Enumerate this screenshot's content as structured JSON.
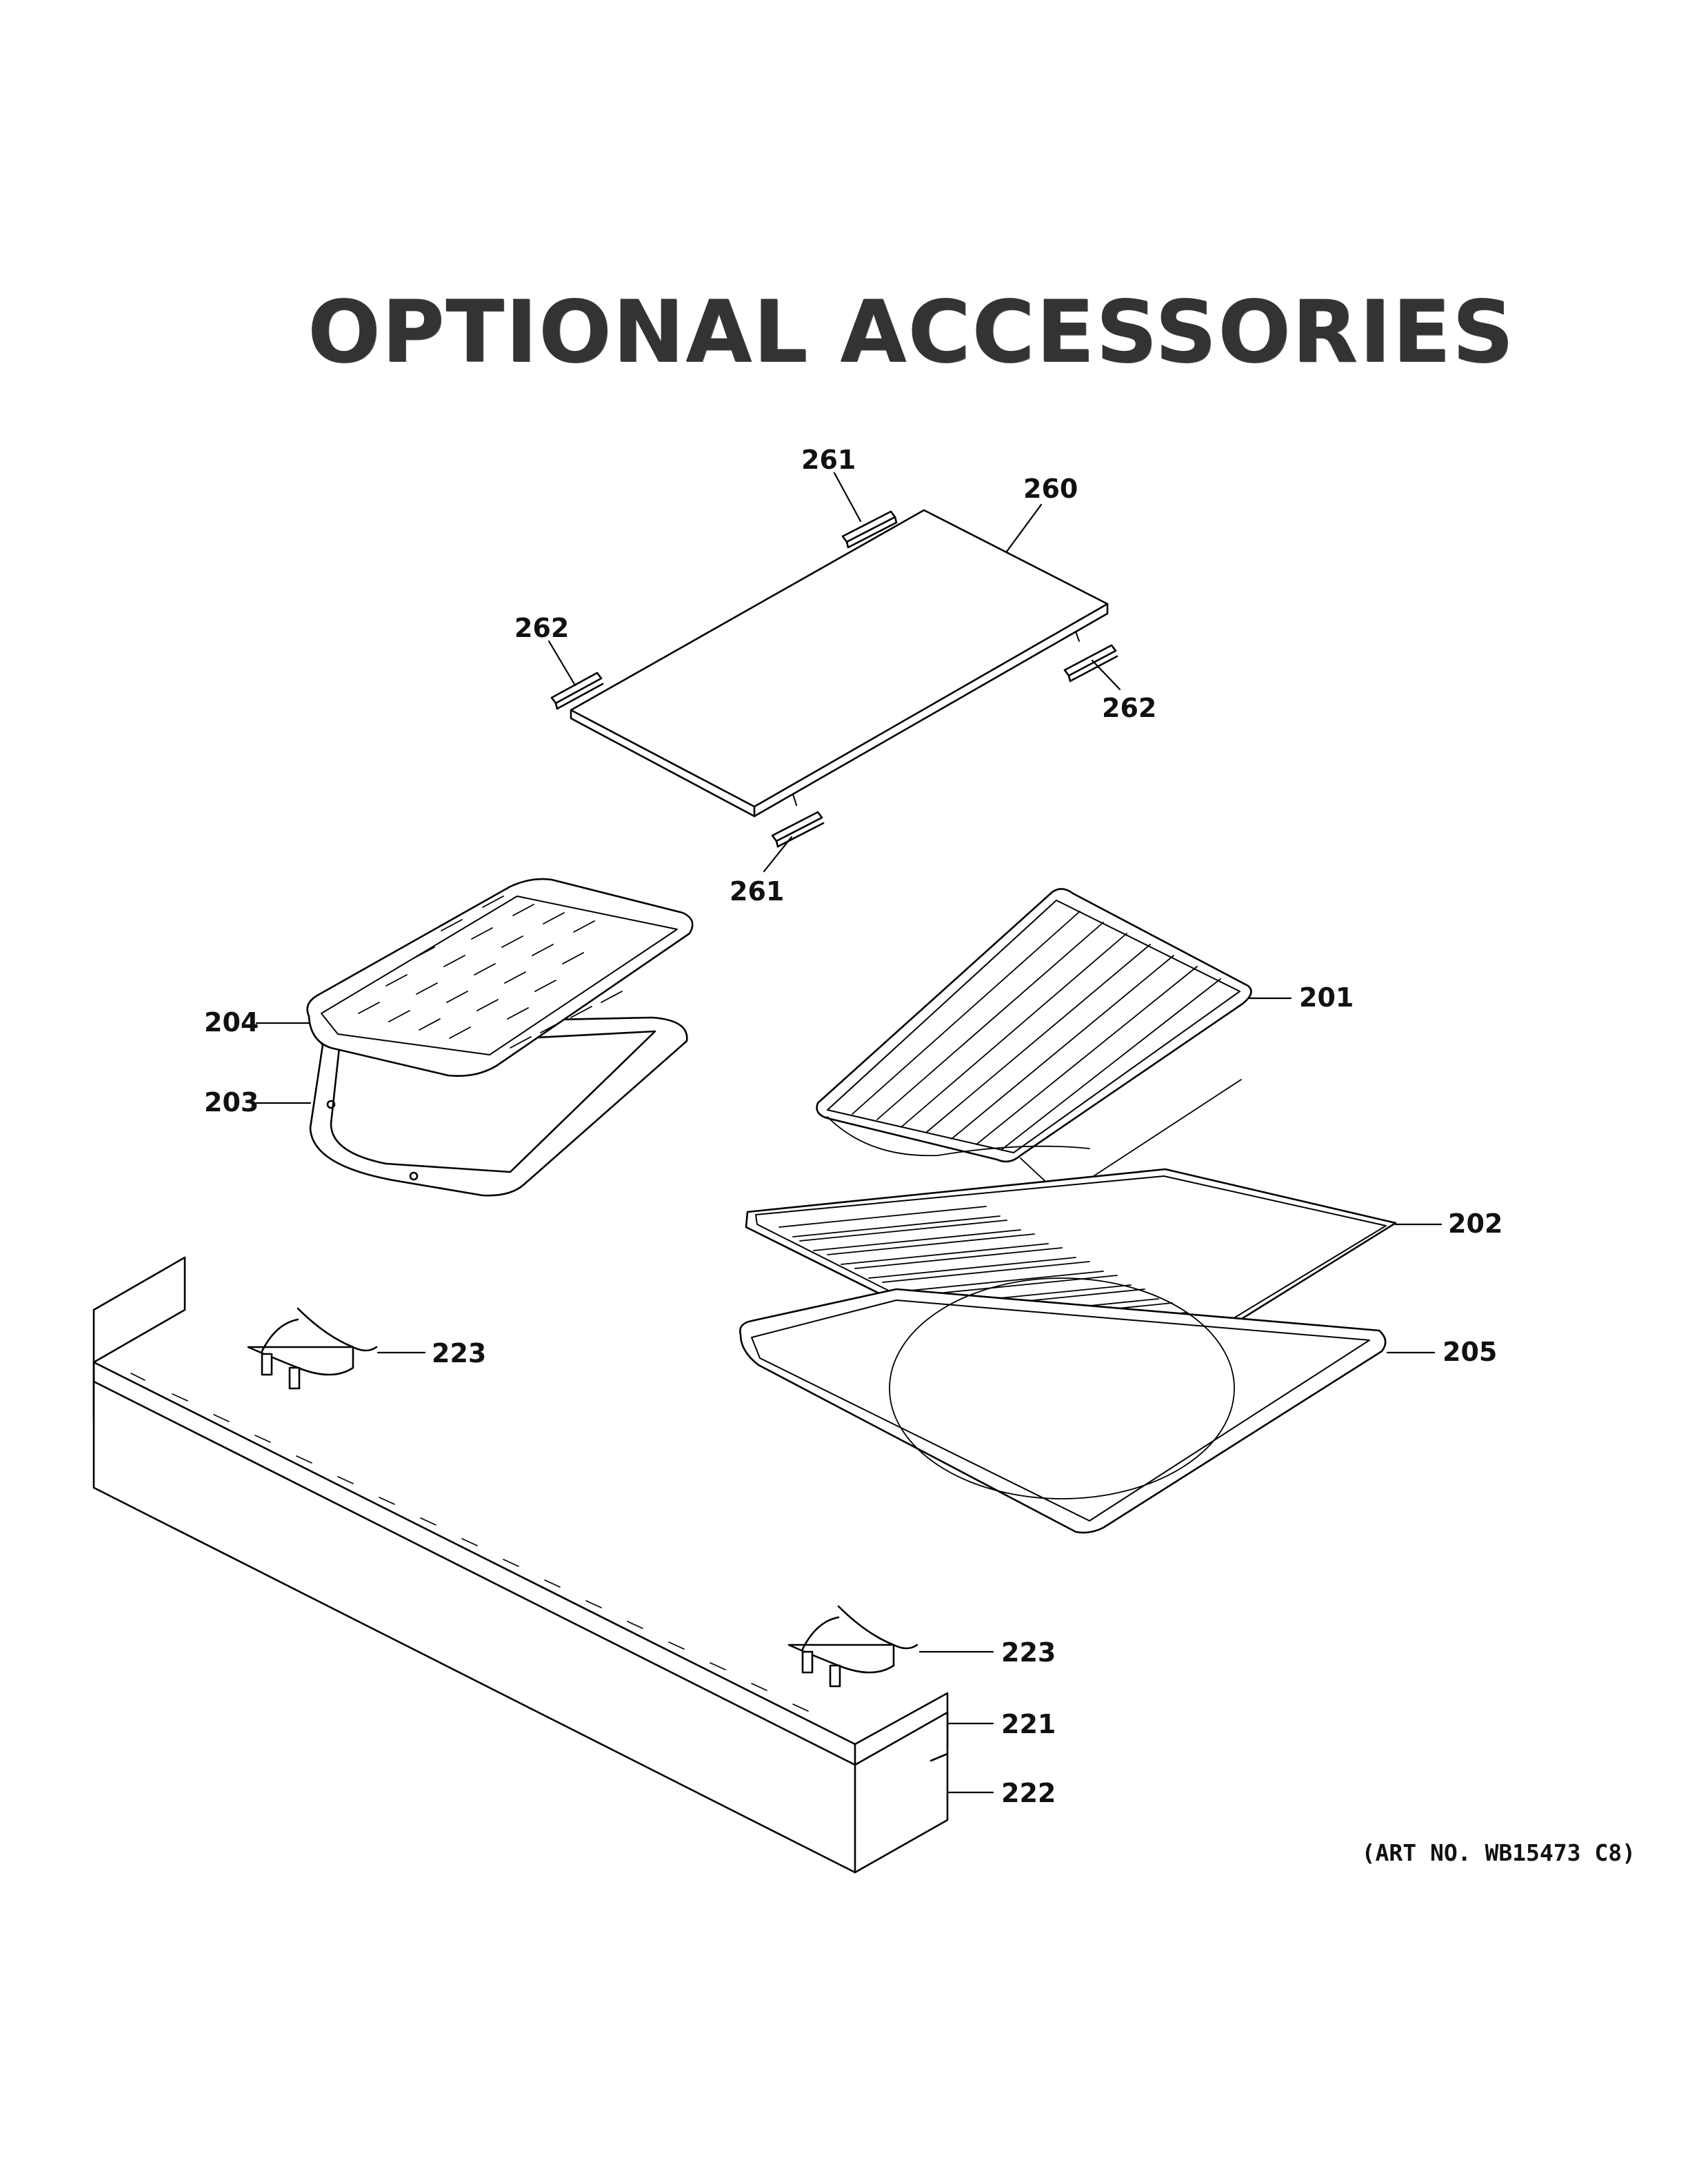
{
  "title": "OPTIONAL ACCESSORIES",
  "art_number": "(ART NO. WB15473 C8)",
  "callouts": {
    "p261_top": "261",
    "p260": "260",
    "p262_left": "262",
    "p262_right": "262",
    "p261_bottom": "261",
    "p204": "204",
    "p203": "203",
    "p201": "201",
    "p202": "202",
    "p205": "205",
    "p223_upper": "223",
    "p223_lower": "223",
    "p221": "221",
    "p222": "222"
  }
}
